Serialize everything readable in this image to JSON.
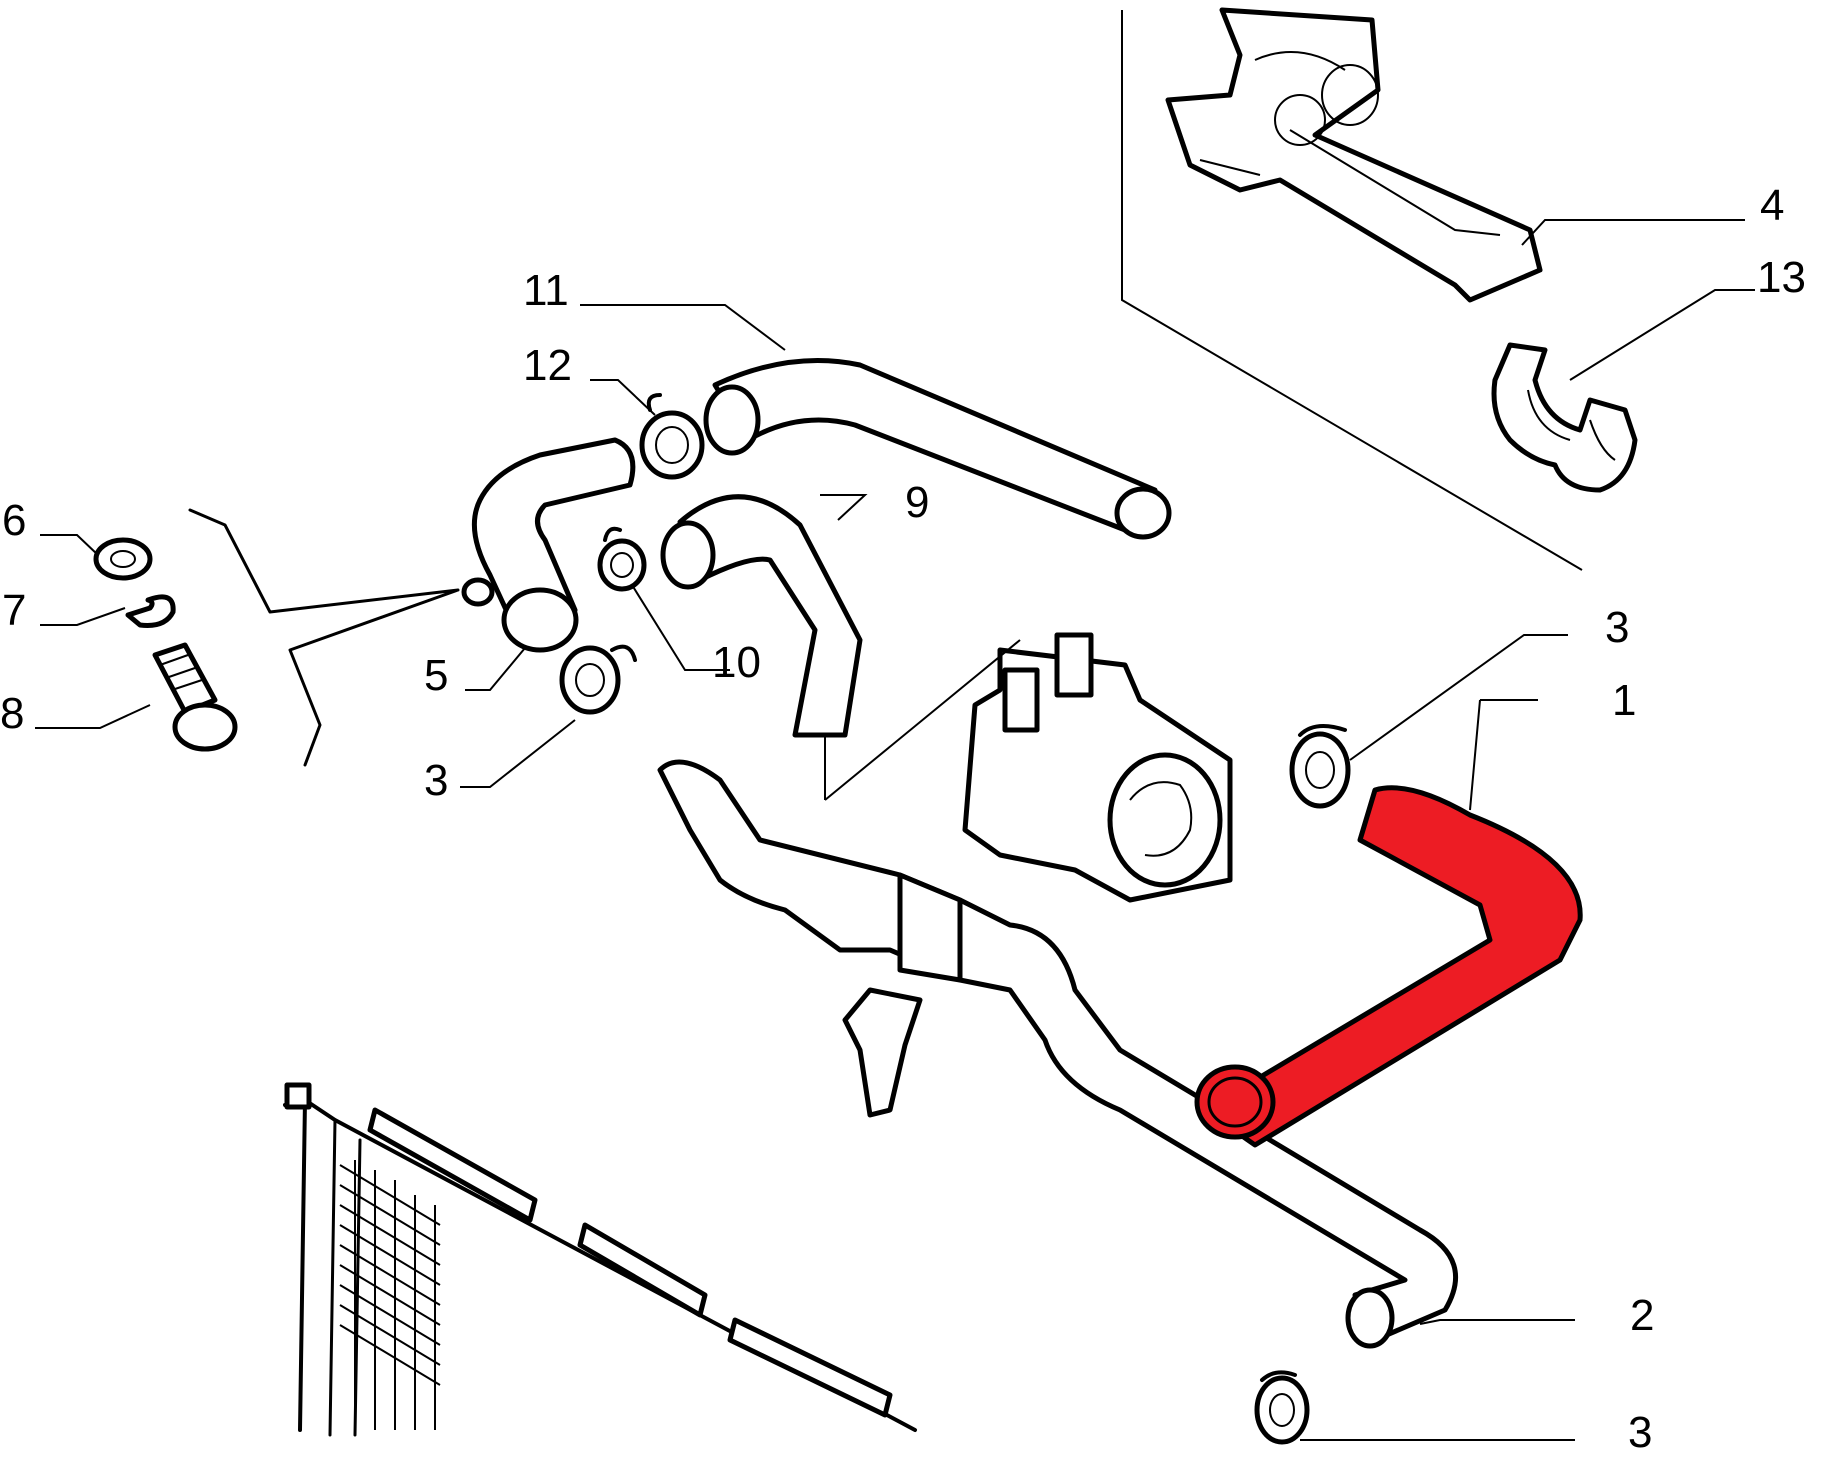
{
  "colors": {
    "line": "#000000",
    "highlight": "#ed1c24",
    "background": "#ffffff"
  },
  "labels": {
    "l1": "1",
    "l2": "2",
    "l3a": "3",
    "l3b": "3",
    "l3c": "3",
    "l4": "4",
    "l5": "5",
    "l6": "6",
    "l7": "7",
    "l8": "8",
    "l9": "9",
    "l10": "10",
    "l11": "11",
    "l12": "12",
    "l13": "13"
  },
  "highlighted_part": "1"
}
